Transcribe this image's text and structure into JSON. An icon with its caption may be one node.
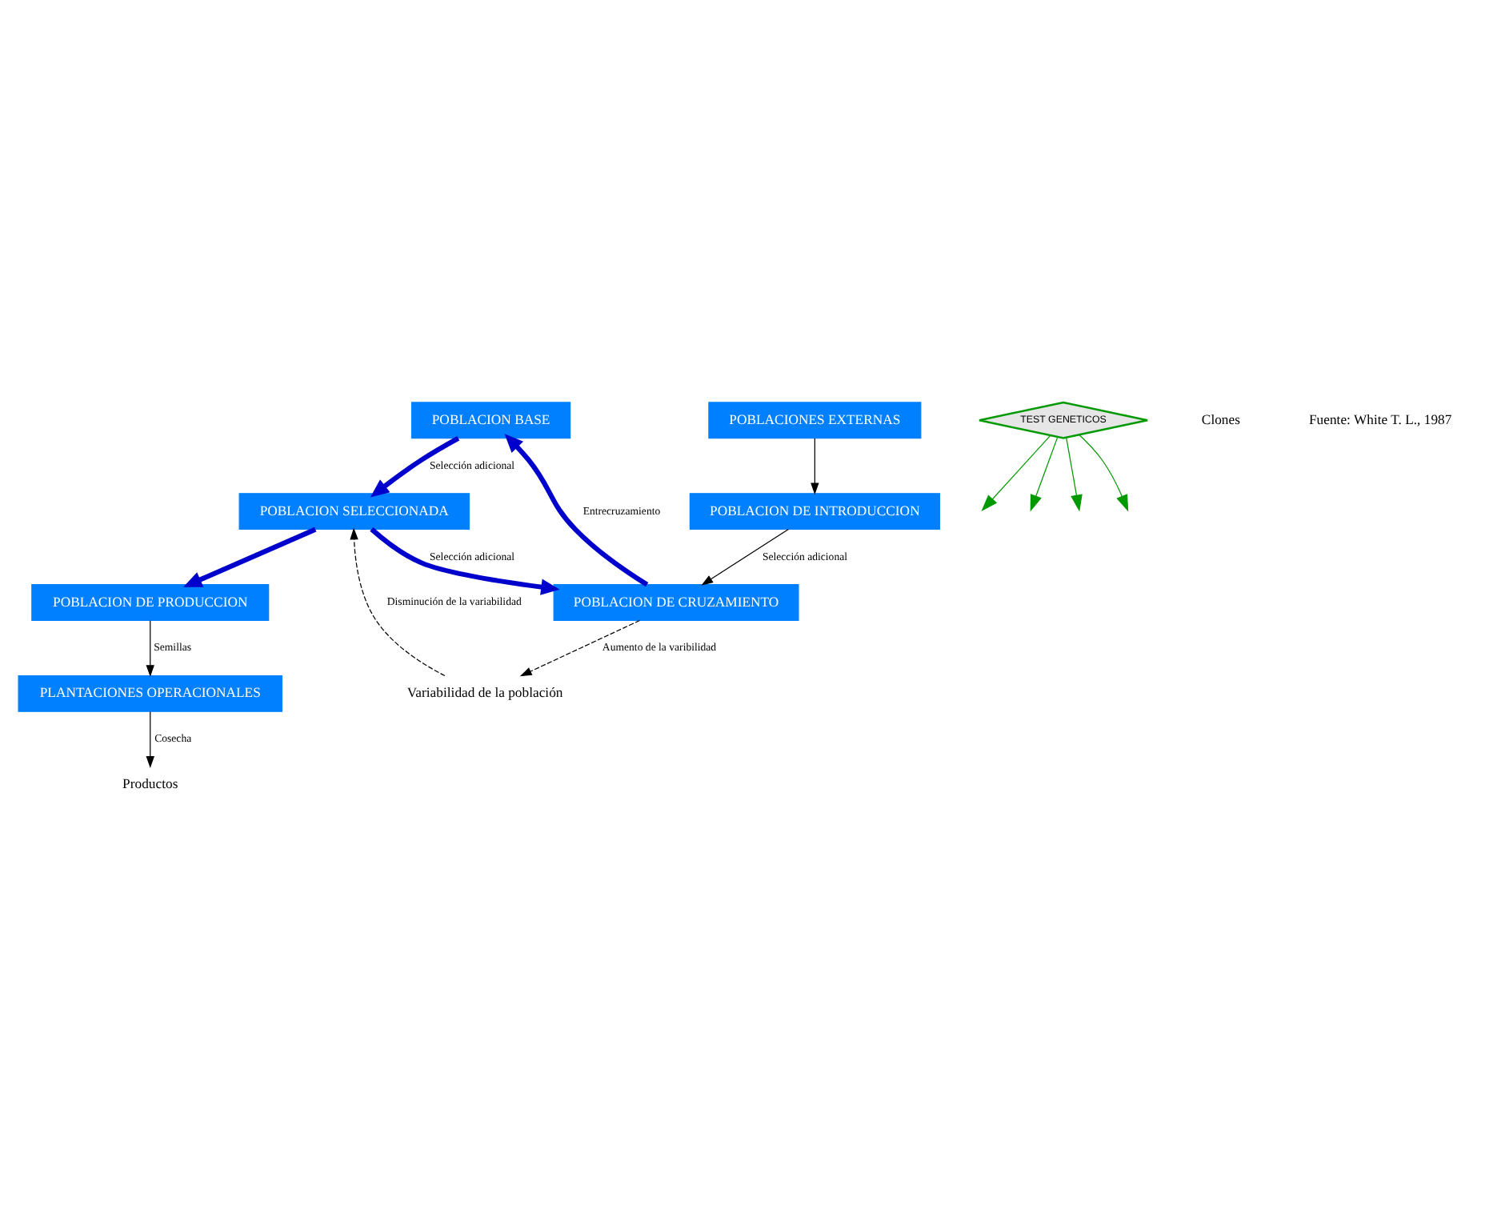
{
  "diagram": {
    "nodes": [
      {
        "text": [
          "POBLACION BASE"
        ]
      },
      {
        "text": [
          "POBLACION SELECCIONADA"
        ]
      },
      {
        "text": [
          "POBLACION DE CRUZAMIENTO"
        ]
      },
      {
        "text": [
          "TEST GENETICOS"
        ]
      },
      {
        "text": [
          "POBLACION DE INTRODUCCION"
        ]
      },
      {
        "text": [
          "POBLACIONES EXTERNAS"
        ]
      },
      {
        "text": [
          "POBLACION DE PRODUCCION"
        ]
      },
      {
        "text": [
          "PLANTACIONES OPERACIONALES"
        ]
      },
      {
        "text": [
          "Productos"
        ]
      },
      {
        "text": [
          "Variabilidad de la población"
        ]
      }
    ],
    "edges": [
      {
        "from": 2,
        "to": 0,
        "arrow": "to",
        "label": "Entrecruzamiento",
        "style": "thick",
        "color": "#0000cc"
      },
      {
        "from": 0,
        "to": 1,
        "arrow": "to",
        "label": "Selección adicional",
        "style": "thick",
        "color": "#0000cc"
      },
      {
        "from": 1,
        "to": 2,
        "arrow": "to",
        "label": "Selección adicional",
        "style": "thick",
        "color": "#0000cc"
      },
      {
        "from": 1,
        "to": 6,
        "arrow": "to",
        "style": "thick",
        "color": "#0000cc"
      },
      {
        "from": 2,
        "to": 9,
        "arrow": "to",
        "label": "Aumento de la varibilidad",
        "style": "dashed"
      },
      {
        "from": 9,
        "to": 1,
        "arrow": "to",
        "label": "Disminución de la variabilidad",
        "style": "dashed"
      },
      {
        "from": 5,
        "to": 4,
        "arrow": "to"
      },
      {
        "from": 4,
        "to": 2,
        "arrow": "to",
        "label": "Selección adicional"
      },
      {
        "from": 6,
        "to": 7,
        "arrow": "to",
        "label": "Semillas"
      },
      {
        "from": 7,
        "to": 8,
        "arrow": "to",
        "label": "Cosecha"
      },
      {
        "from": 3,
        "to": null,
        "arrow": "to",
        "color": "#009900"
      },
      {
        "from": 3,
        "to": null,
        "arrow": "to",
        "color": "#009900"
      },
      {
        "from": 3,
        "to": null,
        "arrow": "to",
        "color": "#009900"
      },
      {
        "from": 3,
        "to": null,
        "arrow": "to",
        "color": "#009900"
      }
    ],
    "labels": [
      "Clones",
      "Fuente: White T. L., 1987"
    ]
  }
}
